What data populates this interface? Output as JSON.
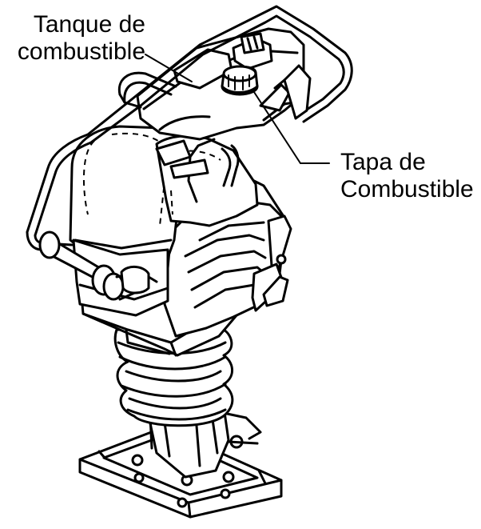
{
  "labels": {
    "fuel_tank": [
      "Tanque de",
      "combustible"
    ],
    "fuel_cap": [
      "Tapa de",
      "Combustible"
    ]
  }
}
